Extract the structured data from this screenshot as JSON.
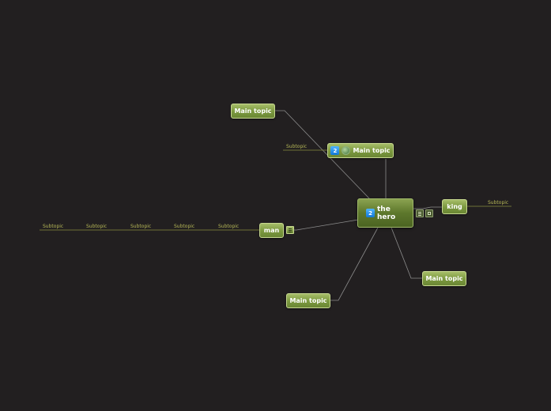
{
  "map": {
    "central": {
      "text": "the hero",
      "badge": "2"
    },
    "topics": {
      "top_left": "Main topic",
      "top": "Main topic",
      "top_badge": "2",
      "king": "king",
      "man": "man",
      "bottom_left": "Main topic",
      "bottom_right": "Main topic"
    },
    "subtopics": {
      "top": "Subtopic",
      "king": "Subtopic",
      "man": [
        "Subtopic",
        "Subtopic",
        "Subtopic",
        "Subtopic",
        "Subtopic"
      ]
    }
  },
  "colors": {
    "background": "#221f20",
    "topic": "#8aa84e",
    "central": "#5d772c",
    "subtopic_text": "#b7b957",
    "connector": "#8c8c8c",
    "badge": "#2a93ee"
  },
  "icons": {
    "central_notes": "notes-icon",
    "central_calendar": "calendar-icon",
    "man_task": "task-icon",
    "top_globe": "globe-icon",
    "priority": "priority-badge-icon"
  }
}
